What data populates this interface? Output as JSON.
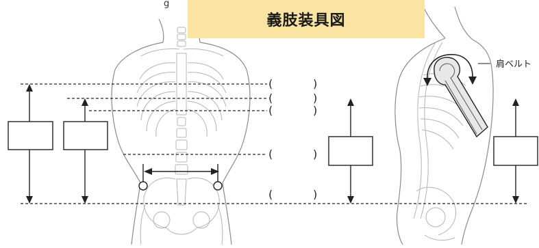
{
  "header": {
    "title": "義肢装具図",
    "cropped_label": "g"
  },
  "annotations": {
    "shoulder_belt_label": "肩ベルト"
  },
  "measurement_slots": [
    {
      "open": "(",
      "close": ")"
    },
    {
      "open": "(",
      "close": ")"
    },
    {
      "open": "(",
      "close": ")"
    },
    {
      "open": "(",
      "close": ")"
    },
    {
      "open": "(",
      "close": ")"
    }
  ],
  "colors": {
    "title_bg": "#fbe3a1",
    "line": "#222222",
    "anatomy": "#8a8a8a",
    "skeleton": "#b4b4b4"
  }
}
